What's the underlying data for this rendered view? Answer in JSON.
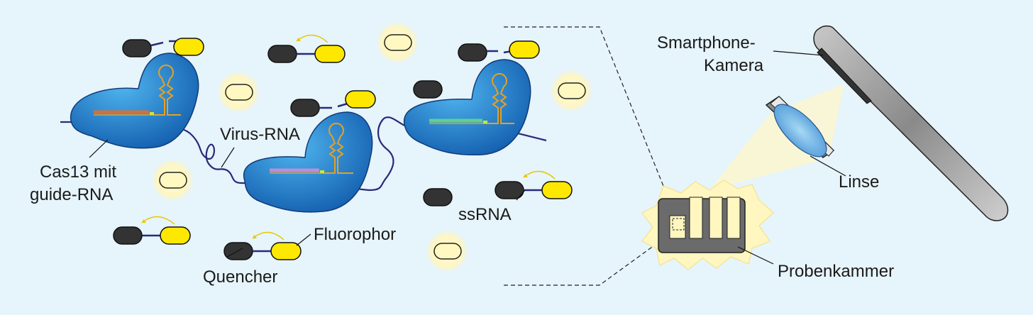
{
  "labels": {
    "cas13_line1": "Cas13 mit",
    "cas13_line2": "guide-RNA",
    "virus_rna": "Virus-RNA",
    "ssrna": "ssRNA",
    "fluorophor": "Fluorophor",
    "quencher": "Quencher",
    "smartphone_line1": "Smartphone-",
    "smartphone_line2": "Kamera",
    "linse": "Linse",
    "probenkammer": "Probenkammer"
  },
  "colors": {
    "background": "#e6f4fb",
    "cas13": "#1f6fc0",
    "cas13_light": "#3aa0e0",
    "rna_strand": "#2a2a7a",
    "fluorophor": "#ffe800",
    "quencher": "#333333",
    "glow": "#fff8c8",
    "guide_rna": "#e8a020",
    "chamber": "#6b6b6b",
    "phone": "#8a8a8a"
  }
}
